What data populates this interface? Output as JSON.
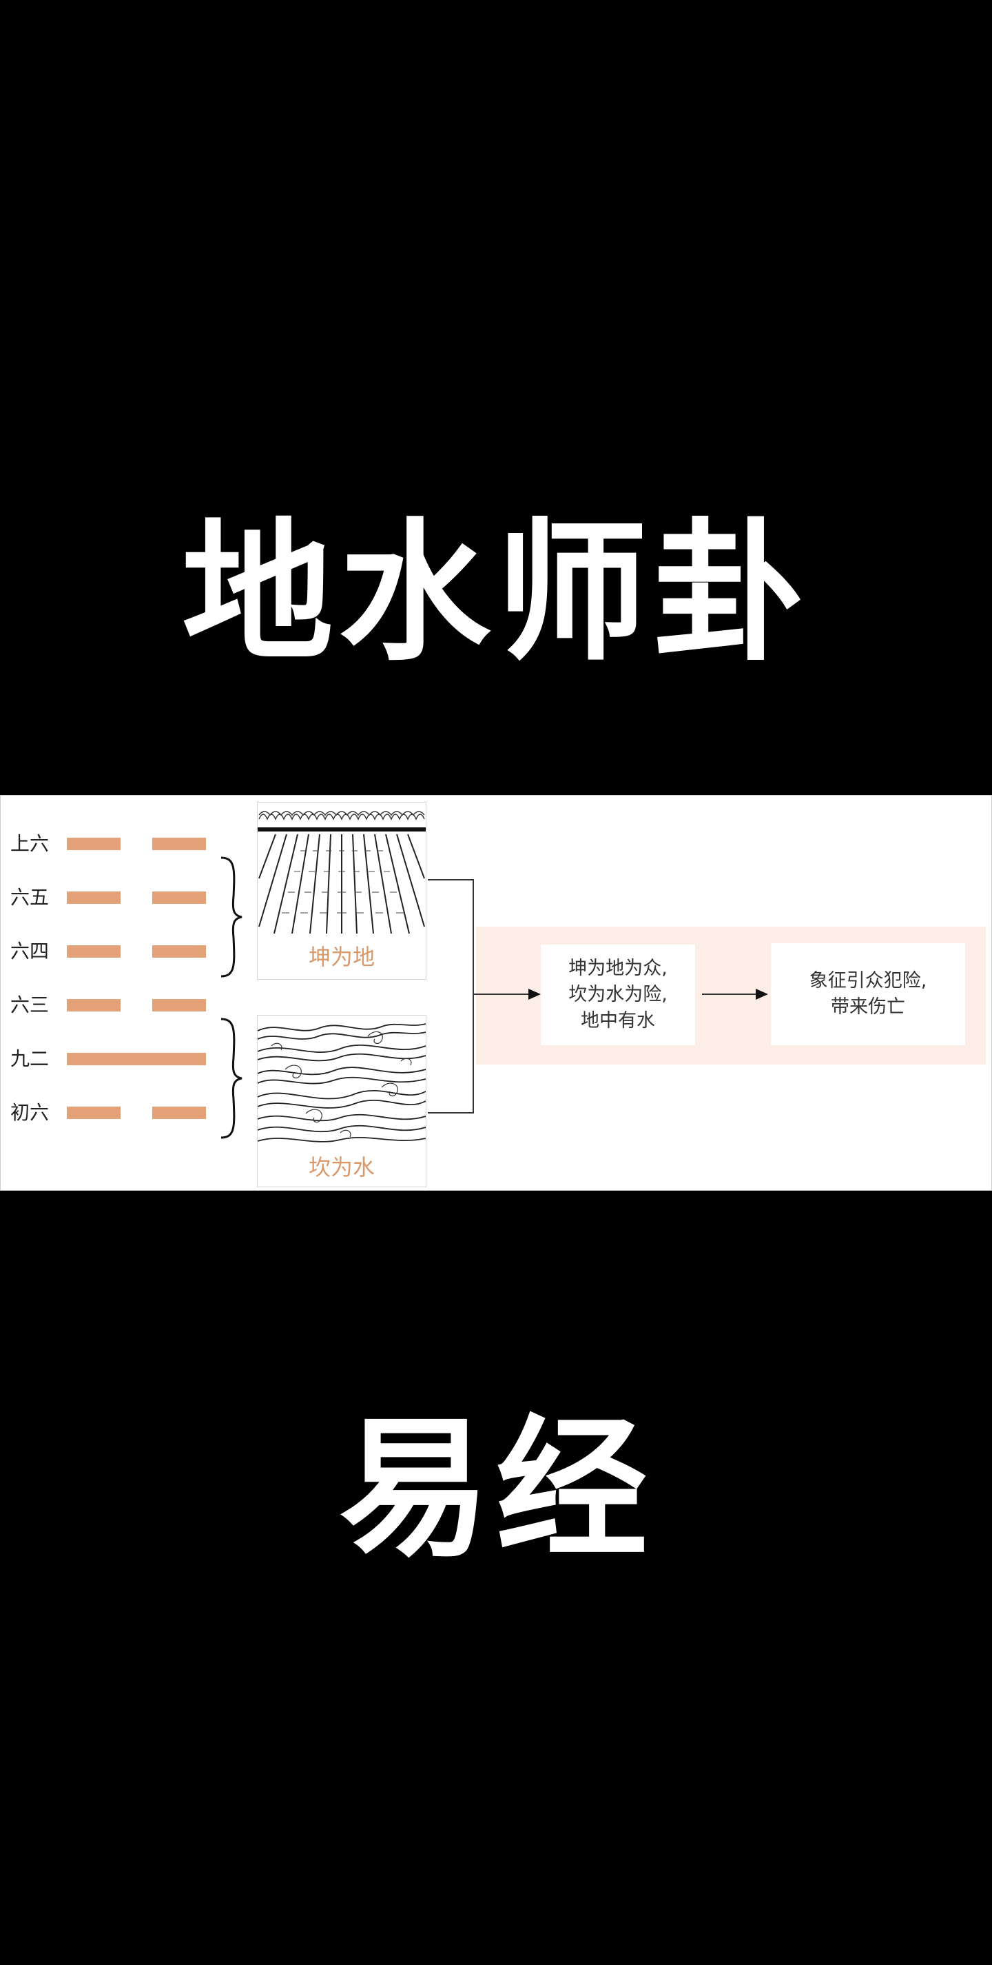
{
  "titles": {
    "top": "地水师卦",
    "bottom": "易经"
  },
  "diagram": {
    "lines": [
      {
        "label": "上六",
        "type": "yin"
      },
      {
        "label": "六五",
        "type": "yin"
      },
      {
        "label": "六四",
        "type": "yin"
      },
      {
        "label": "六三",
        "type": "yin"
      },
      {
        "label": "九二",
        "type": "yang"
      },
      {
        "label": "初六",
        "type": "yin"
      }
    ],
    "upper_trigram_caption": "坤为地",
    "lower_trigram_caption": "坎为水",
    "meaning_box": [
      "坤为地为众,",
      "坎为水为险,",
      "地中有水"
    ],
    "result_box": [
      "象征引众犯险,",
      "带来伤亡"
    ],
    "colors": {
      "bar": "#E2A176",
      "caption": "#D9996A",
      "band": "#FDEDE7"
    }
  }
}
